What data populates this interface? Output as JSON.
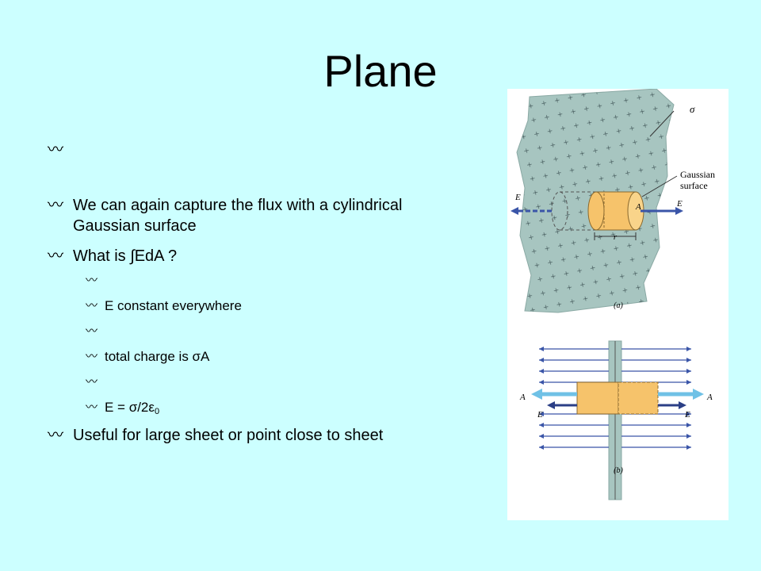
{
  "title": "Plane",
  "bullet_glyph": "〰",
  "bullets": [
    {
      "level": 1,
      "text": ""
    },
    {
      "level": 1,
      "text": "We can again capture the flux with a cylindrical Gaussian surface"
    },
    {
      "level": 1,
      "text": "What is ∫EdA ?"
    },
    {
      "level": 2,
      "text": ""
    },
    {
      "level": 2,
      "text": "E constant everywhere"
    },
    {
      "level": 2,
      "text": ""
    },
    {
      "level": 2,
      "text": "total charge is σA"
    },
    {
      "level": 2,
      "text": ""
    },
    {
      "level": 2,
      "text_main": "E = σ/2ε",
      "text_sub": "0"
    },
    {
      "level": 1,
      "text": "Useful for large sheet or point close to sheet"
    }
  ],
  "figure": {
    "sigma_label": "σ",
    "gaussian_label_line1": "Gaussian",
    "gaussian_label_line2": "surface",
    "e_label": "E",
    "a_label": "A",
    "r_label": "r",
    "caption_a": "(a)",
    "caption_b": "(b)"
  }
}
